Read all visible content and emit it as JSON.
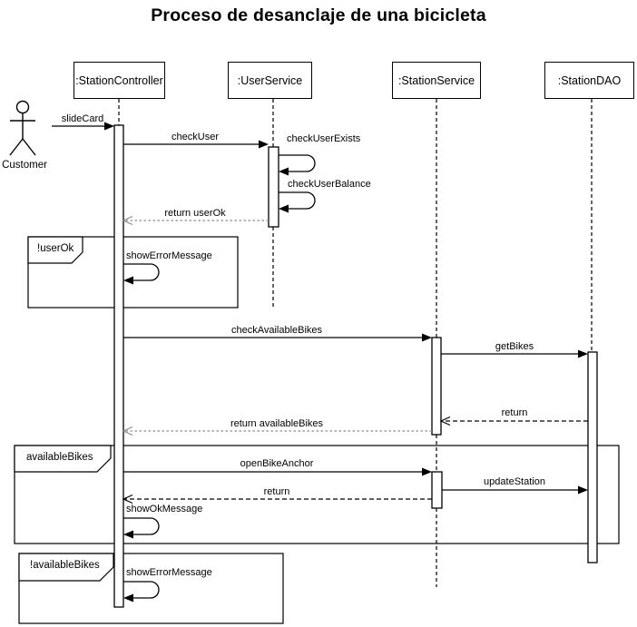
{
  "title": "Proceso de desanclaje de una bicicleta",
  "actor": {
    "name": "Customer"
  },
  "lifelines": [
    {
      "id": "station-controller",
      "label": ":StationController"
    },
    {
      "id": "user-service",
      "label": ":UserService"
    },
    {
      "id": "station-service",
      "label": ":StationService"
    },
    {
      "id": "station-dao",
      "label": ":StationDAO"
    }
  ],
  "messages": [
    {
      "label": "slideCard",
      "type": "sync",
      "from": "Customer",
      "to": ":StationController"
    },
    {
      "label": "checkUser",
      "type": "sync",
      "from": ":StationController",
      "to": ":UserService"
    },
    {
      "label": "checkUserExists",
      "type": "self",
      "on": ":UserService"
    },
    {
      "label": "checkUserBalance",
      "type": "self",
      "on": ":UserService"
    },
    {
      "label": "return userOk",
      "type": "return",
      "from": ":UserService",
      "to": ":StationController"
    },
    {
      "label": "showErrorMessage",
      "type": "self",
      "on": ":StationController"
    },
    {
      "label": "checkAvailableBikes",
      "type": "sync",
      "from": ":StationController",
      "to": ":StationService"
    },
    {
      "label": "getBikes",
      "type": "sync",
      "from": ":StationService",
      "to": ":StationDAO"
    },
    {
      "label": "return",
      "type": "return",
      "from": ":StationDAO",
      "to": ":StationService"
    },
    {
      "label": "return availableBikes",
      "type": "return",
      "from": ":StationService",
      "to": ":StationController"
    },
    {
      "label": "openBikeAnchor",
      "type": "sync",
      "from": ":StationController",
      "to": ":StationService"
    },
    {
      "label": "updateStation",
      "type": "sync",
      "from": ":StationService",
      "to": ":StationDAO"
    },
    {
      "label": "return",
      "type": "return",
      "from": ":StationService",
      "to": ":StationController"
    },
    {
      "label": "showOkMessage",
      "type": "self",
      "on": ":StationController"
    },
    {
      "label": "showErrorMessage",
      "type": "self",
      "on": ":StationController"
    }
  ],
  "frames": [
    {
      "label": "!userOk"
    },
    {
      "label": "availableBikes"
    },
    {
      "label": "!availableBikes"
    }
  ],
  "colors": {
    "line": "#000000",
    "return_dash_gray": "#8c8c8c",
    "background": "#ffffff"
  }
}
